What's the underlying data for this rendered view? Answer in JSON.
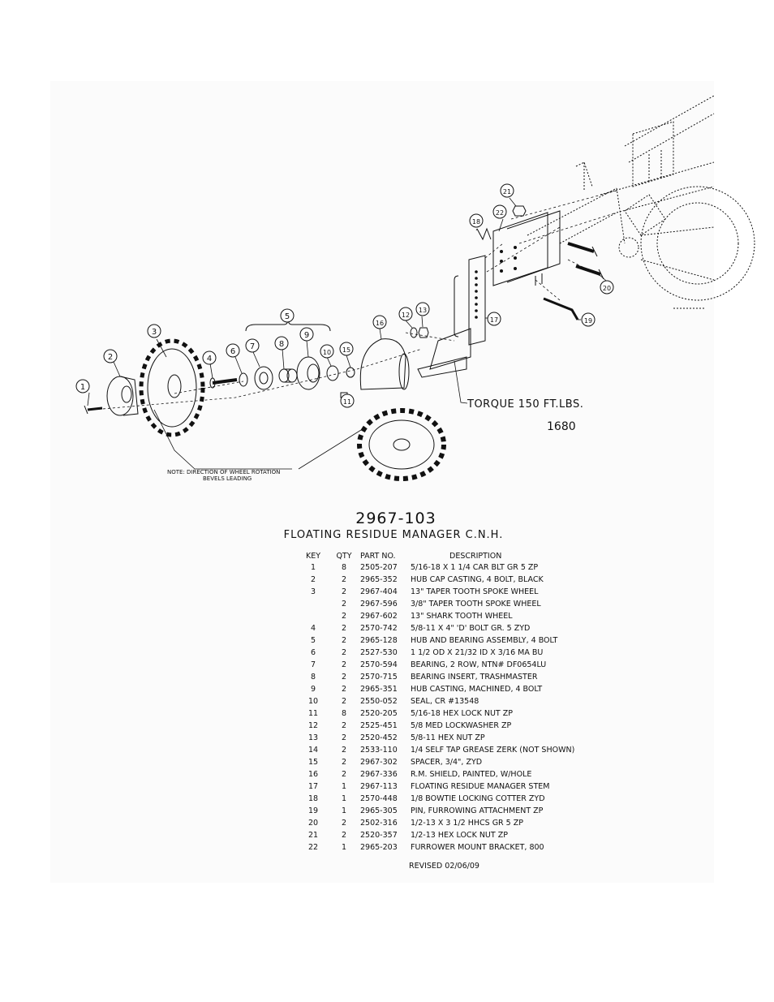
{
  "callouts": [
    "1",
    "2",
    "3",
    "4",
    "5",
    "6",
    "7",
    "8",
    "9",
    "10",
    "11",
    "12",
    "13",
    "15",
    "16",
    "17",
    "18",
    "19",
    "20",
    "21",
    "22"
  ],
  "note": {
    "line1": "NOTE: DIRECTION OF WHEEL ROTATION",
    "line2": "BEVELS LEADING"
  },
  "torque_label": "TORQUE 150 FT.LBS.",
  "drawing_number": "1680",
  "part_number": "2967-103",
  "assembly_name": "FLOATING RESIDUE MANAGER C.N.H.",
  "table": {
    "headers": {
      "key": "KEY",
      "qty": "QTY",
      "part": "PART NO.",
      "desc": "DESCRIPTION"
    },
    "rows": [
      {
        "key": "1",
        "qty": "8",
        "part": "2505-207",
        "desc": "5/16-18 X 1 1/4 CAR BLT GR 5 ZP"
      },
      {
        "key": "2",
        "qty": "2",
        "part": "2965-352",
        "desc": "HUB CAP CASTING, 4 BOLT, BLACK"
      },
      {
        "key": "3",
        "qty": "2",
        "part": "2967-404",
        "desc": "13\" TAPER TOOTH SPOKE WHEEL"
      },
      {
        "key": "",
        "qty": "2",
        "part": "2967-596",
        "desc": "3/8\" TAPER TOOTH SPOKE WHEEL"
      },
      {
        "key": "",
        "qty": "2",
        "part": "2967-602",
        "desc": "13\" SHARK TOOTH WHEEL"
      },
      {
        "key": "4",
        "qty": "2",
        "part": "2570-742",
        "desc": "5/8-11 X 4\" 'D' BOLT GR. 5 ZYD"
      },
      {
        "key": "5",
        "qty": "2",
        "part": "2965-128",
        "desc": "HUB AND BEARING ASSEMBLY, 4 BOLT"
      },
      {
        "key": "6",
        "qty": "2",
        "part": "2527-530",
        "desc": "1 1/2 OD X 21/32 ID X 3/16 MA BU"
      },
      {
        "key": "7",
        "qty": "2",
        "part": "2570-594",
        "desc": "BEARING, 2 ROW, NTN# DF0654LU"
      },
      {
        "key": "8",
        "qty": "2",
        "part": "2570-715",
        "desc": "BEARING INSERT, TRASHMASTER"
      },
      {
        "key": "9",
        "qty": "2",
        "part": "2965-351",
        "desc": "HUB CASTING, MACHINED, 4 BOLT"
      },
      {
        "key": "10",
        "qty": "2",
        "part": "2550-052",
        "desc": "SEAL, CR #13548"
      },
      {
        "key": "11",
        "qty": "8",
        "part": "2520-205",
        "desc": "5/16-18 HEX LOCK NUT ZP"
      },
      {
        "key": "12",
        "qty": "2",
        "part": "2525-451",
        "desc": "5/8 MED LOCKWASHER ZP"
      },
      {
        "key": "13",
        "qty": "2",
        "part": "2520-452",
        "desc": "5/8-11 HEX NUT ZP"
      },
      {
        "key": "14",
        "qty": "2",
        "part": "2533-110",
        "desc": "1/4 SELF TAP GREASE ZERK (NOT SHOWN)"
      },
      {
        "key": "15",
        "qty": "2",
        "part": "2967-302",
        "desc": "SPACER, 3/4\", ZYD"
      },
      {
        "key": "16",
        "qty": "2",
        "part": "2967-336",
        "desc": "R.M. SHIELD, PAINTED, W/HOLE"
      },
      {
        "key": "17",
        "qty": "1",
        "part": "2967-113",
        "desc": "FLOATING RESIDUE MANAGER STEM"
      },
      {
        "key": "18",
        "qty": "1",
        "part": "2570-448",
        "desc": "1/8 BOWTIE LOCKING COTTER ZYD"
      },
      {
        "key": "19",
        "qty": "1",
        "part": "2965-305",
        "desc": "PIN, FURROWING ATTACHMENT ZP"
      },
      {
        "key": "20",
        "qty": "2",
        "part": "2502-316",
        "desc": "1/2-13 X 3 1/2 HHCS GR 5 ZP"
      },
      {
        "key": "21",
        "qty": "2",
        "part": "2520-357",
        "desc": "1/2-13 HEX LOCK NUT ZP"
      },
      {
        "key": "22",
        "qty": "1",
        "part": "2965-203",
        "desc": "FURROWER MOUNT BRACKET, 800"
      }
    ]
  },
  "revised": "REVISED 02/06/09"
}
